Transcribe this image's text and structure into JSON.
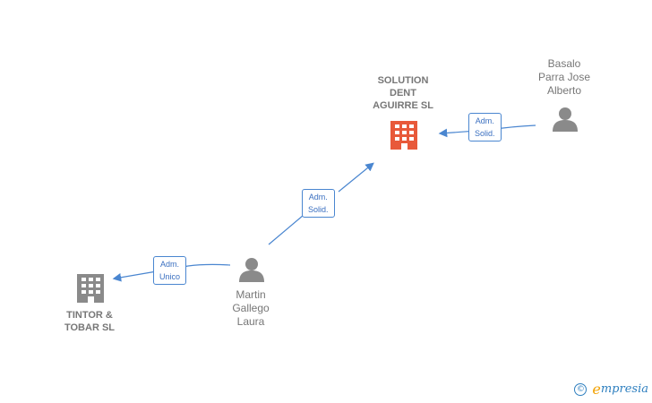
{
  "nodes": {
    "solution": {
      "label": "SOLUTION\nDENT\nAGUIRRE SL",
      "kind": "company",
      "color": "#e8593a"
    },
    "tintor": {
      "label": "TINTOR &\nTOBAR SL",
      "kind": "company",
      "color": "#8a8a8a"
    },
    "basalo": {
      "label": "Basalo\nParra Jose\nAlberto",
      "kind": "person",
      "color": "#8a8a8a"
    },
    "martin": {
      "label": "Martin\nGallego\nLaura",
      "kind": "person",
      "color": "#8a8a8a"
    }
  },
  "edges": [
    {
      "from": "basalo",
      "to": "solution",
      "line1": "Adm.",
      "line2": "Solid."
    },
    {
      "from": "martin",
      "to": "solution",
      "line1": "Adm.",
      "line2": "Solid."
    },
    {
      "from": "martin",
      "to": "tintor",
      "line1": "Adm.",
      "line2": "Unico"
    }
  ],
  "edge_color": "#4a86d0",
  "brand": {
    "copyright": "©",
    "initial": "e",
    "name": "mpresia"
  }
}
